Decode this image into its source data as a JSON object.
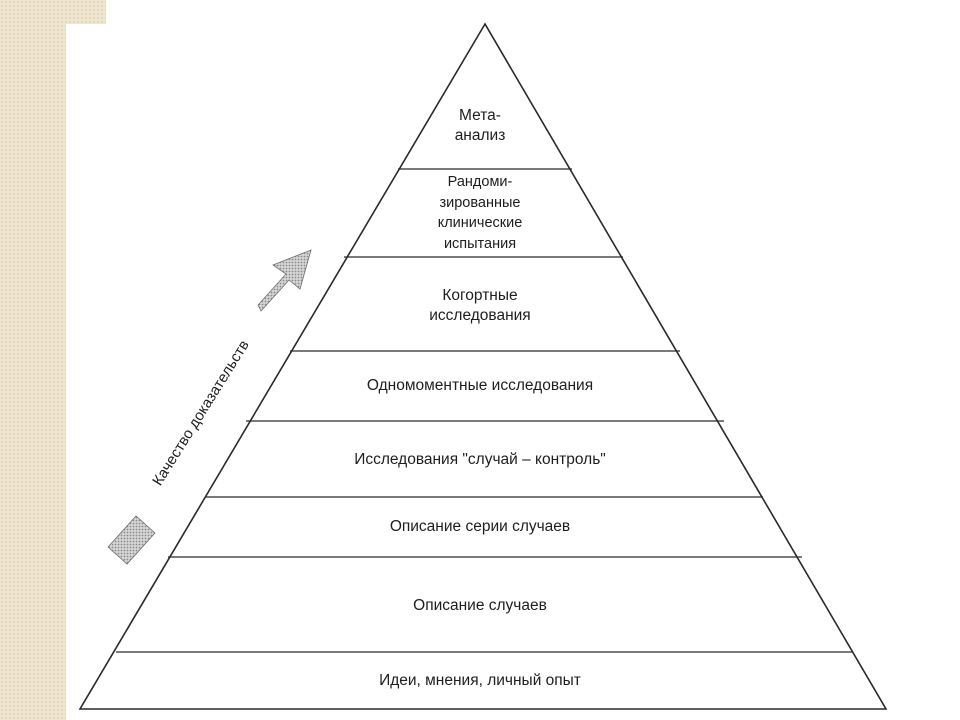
{
  "colors": {
    "background": "#ffffff",
    "side_strip": "#efe6d2",
    "lines": "#2a2a2a",
    "text": "#1e1e1e",
    "arrow_fill": "#b9b9b9"
  },
  "diagram": {
    "type": "pyramid",
    "axis_label": "Качество доказательств",
    "levels_top_to_bottom": [
      "Мета-\nанализ",
      "Рандоми-\nзированные\nклинические\nиспытания",
      "Когортные\nисследования",
      "Одномоментные исследования",
      "Исследования \"случай – контроль\"",
      "Описание серии случаев",
      "Описание случаев",
      "Идеи, мнения, личный опыт"
    ]
  }
}
